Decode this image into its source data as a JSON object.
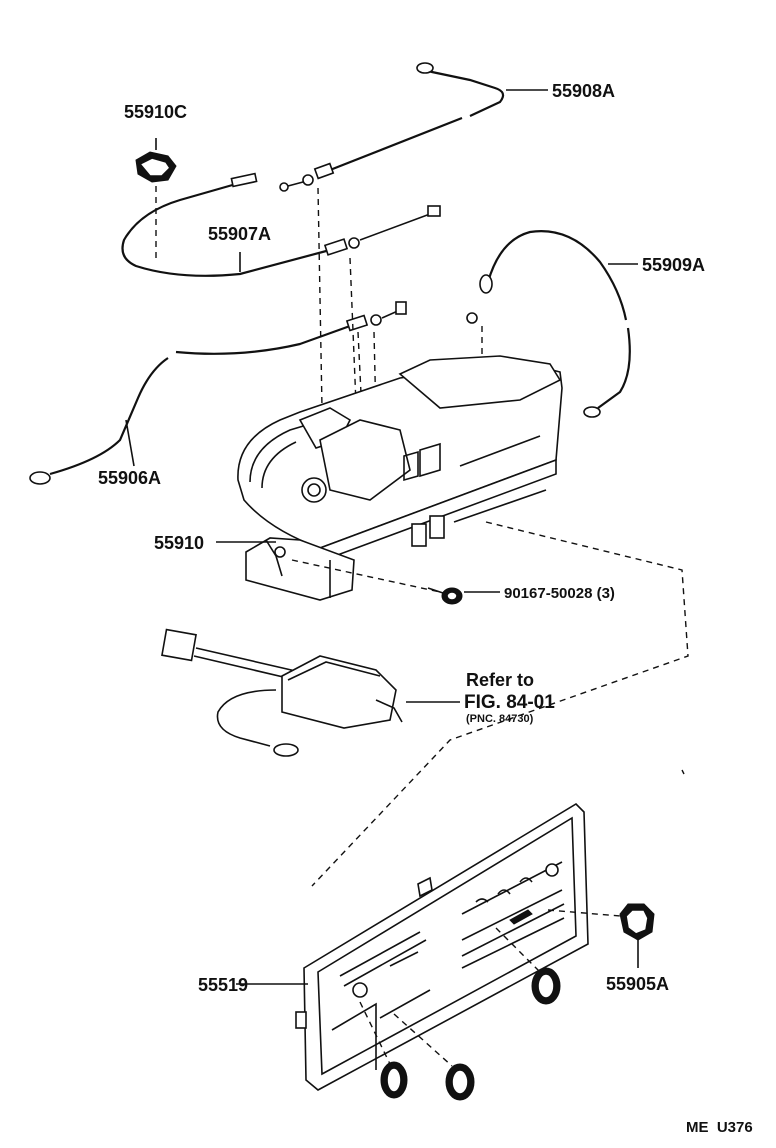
{
  "callouts": {
    "c55910c": "55910C",
    "c55908a": "55908A",
    "c55907a": "55907A",
    "c55909a": "55909A",
    "c55906a": "55906A",
    "c55910": "55910",
    "c90167": "90167-50028 (3)",
    "refer_line1": "Refer to",
    "refer_line2": "FIG. 84-01",
    "refer_line3": "(PNC. 84730)",
    "c55519": "55519",
    "c55905a": "55905A",
    "code": "ME  U376"
  }
}
